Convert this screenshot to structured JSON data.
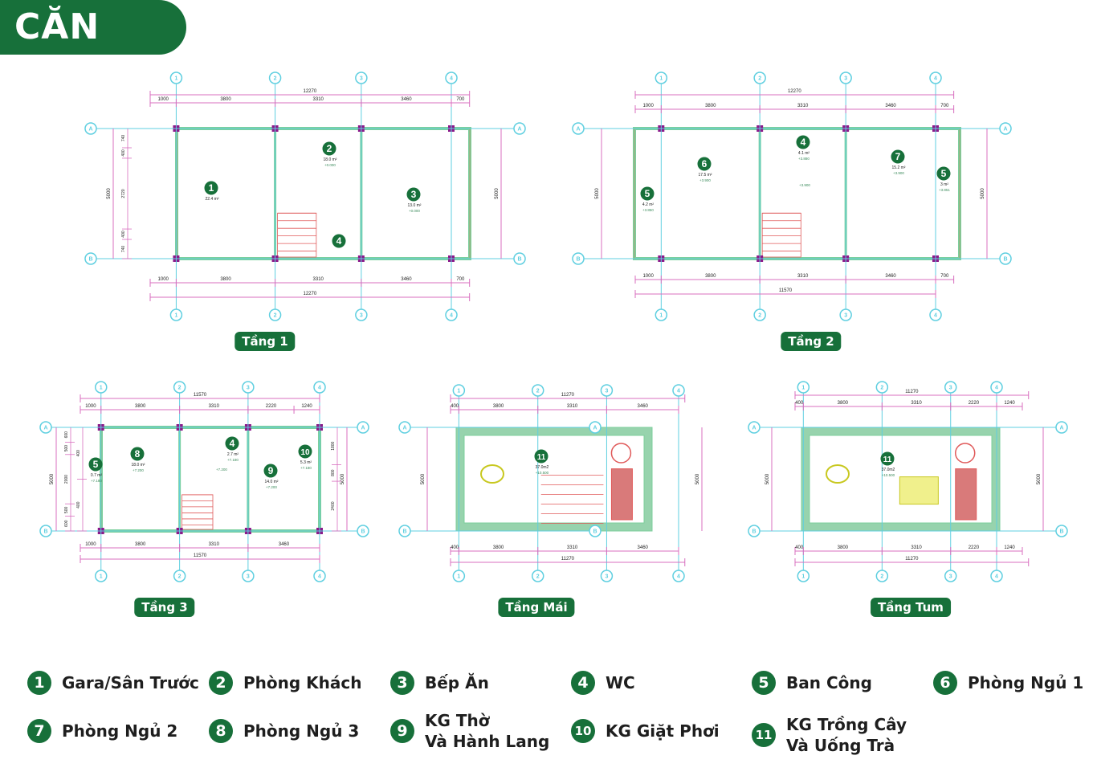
{
  "title": "CĂN 437",
  "colors": {
    "brand": "#17703a",
    "axis": "#5fcfe0",
    "dim": "#d86fbf",
    "wall": "#7ccf9c",
    "wall_edge": "#b9966a",
    "column": "#8a1a8a",
    "stair": "#e05a5a",
    "furniture": "#6aa8e0"
  },
  "plans": [
    {
      "label": "Tầng 1",
      "axes": [
        "1",
        "2",
        "3",
        "4"
      ],
      "rows": [
        "A",
        "B"
      ],
      "top_total": "12270",
      "top_dims": [
        "1000",
        "3800",
        "3310",
        "3460",
        "700"
      ],
      "bottom_dims": [
        "1000",
        "3800",
        "3310",
        "3460",
        "700"
      ],
      "bottom_total": "12270",
      "left_total": "5000",
      "left_dims": [
        "740",
        "400",
        "2720",
        "400",
        "740"
      ],
      "right_total": "5000",
      "right_dims": [],
      "rooms": [
        {
          "num": "1",
          "area": "22.4 m²",
          "level": ""
        },
        {
          "num": "2",
          "area": "18.0 m²",
          "level": "+0.000"
        },
        {
          "num": "3",
          "area": "13.0 m²",
          "level": "+0.000"
        },
        {
          "num": "4",
          "area": "",
          "level": ""
        }
      ],
      "levels": []
    },
    {
      "label": "Tầng 2",
      "axes": [
        "1",
        "2",
        "3",
        "4"
      ],
      "rows": [
        "A",
        "B"
      ],
      "top_total": "12270",
      "top_dims": [
        "1000",
        "3800",
        "3310",
        "3460",
        "700"
      ],
      "bottom_dims": [
        "1000",
        "3800",
        "3310",
        "3460",
        "700"
      ],
      "bottom_total": "11570",
      "left_total": "5000",
      "left_dims": [],
      "right_total": "5000",
      "right_dims": [],
      "rooms": [
        {
          "num": "6",
          "area": "17.5 m²",
          "level": "+3.900"
        },
        {
          "num": "4",
          "area": "4.1 m²",
          "level": "+3.880"
        },
        {
          "num": "7",
          "area": "15.2 m²",
          "level": "+3.900"
        },
        {
          "num": "5",
          "area": "4.2 m²",
          "level": "+3.850"
        },
        {
          "num": "5",
          "area": "3 m²",
          "level": "+3.851"
        }
      ],
      "levels": [
        "+3.900"
      ]
    },
    {
      "label": "Tầng 3",
      "axes": [
        "1",
        "2",
        "3",
        "4"
      ],
      "rows": [
        "A",
        "B"
      ],
      "top_total": "11570",
      "top_dims": [
        "1000",
        "3800",
        "3310",
        "2220",
        "1240"
      ],
      "bottom_dims": [
        "1000",
        "3800",
        "3310",
        "3460"
      ],
      "bottom_total": "11570",
      "left_total": "5000",
      "left_dims": [
        "600",
        "500",
        "2000",
        "500",
        "600"
      ],
      "left_dims2": [
        "400",
        "400"
      ],
      "right_total": "5000",
      "right_dims": [
        "1800",
        "800",
        "2400"
      ],
      "rooms": [
        {
          "num": "8",
          "area": "18.0 m²",
          "level": "+7.200"
        },
        {
          "num": "4",
          "area": "2.7 m²",
          "level": "+7.180"
        },
        {
          "num": "9",
          "area": "14.0 m²",
          "level": "+7.200"
        },
        {
          "num": "10",
          "area": "5.3 m²",
          "level": "+7.180"
        },
        {
          "num": "5",
          "area": "0.7 m²",
          "level": "+7.180"
        }
      ],
      "levels": [
        "+7.200"
      ]
    },
    {
      "label": "Tầng Mái",
      "axes": [
        "1",
        "2",
        "3",
        "4"
      ],
      "rows": [
        "A",
        "B"
      ],
      "top_total": "11270",
      "top_dims": [
        "400",
        "3800",
        "3310",
        "3460"
      ],
      "bottom_dims": [
        "400",
        "3800",
        "3310",
        "3460"
      ],
      "bottom_total": "11270",
      "left_total": "5000",
      "left_dims": [],
      "right_total": "5000",
      "right_dims": [],
      "rooms": [
        {
          "num": "11",
          "area": "37.0m2",
          "level": "+10.500"
        }
      ],
      "levels": []
    },
    {
      "label": "Tầng Tum",
      "axes": [
        "1",
        "2",
        "3",
        "4"
      ],
      "rows": [
        "A",
        "B"
      ],
      "top_total": "11270",
      "top_dims": [
        "400",
        "3800",
        "3310",
        "2220",
        "1240"
      ],
      "bottom_dims": [
        "400",
        "3800",
        "3310",
        "2220",
        "1240"
      ],
      "bottom_total": "11270",
      "left_total": "5000",
      "left_dims": [],
      "right_total": "5000",
      "right_dims": [],
      "rooms": [
        {
          "num": "11",
          "area": "37.0m2",
          "level": "+10.500"
        }
      ],
      "levels": []
    }
  ],
  "legend": [
    {
      "num": "1",
      "label": "Gara/Sân Trước"
    },
    {
      "num": "2",
      "label": "Phòng Khách"
    },
    {
      "num": "3",
      "label": "Bếp Ăn"
    },
    {
      "num": "4",
      "label": "WC"
    },
    {
      "num": "5",
      "label": "Ban Công"
    },
    {
      "num": "6",
      "label": "Phòng Ngủ 1"
    },
    {
      "num": "7",
      "label": "Phòng Ngủ 2"
    },
    {
      "num": "8",
      "label": "Phòng Ngủ 3"
    },
    {
      "num": "9",
      "label": "KG Thờ\nVà Hành Lang"
    },
    {
      "num": "10",
      "label": "KG Giặt Phơi"
    },
    {
      "num": "11",
      "label": "KG Trồng Cây\nVà Uống Trà"
    }
  ]
}
